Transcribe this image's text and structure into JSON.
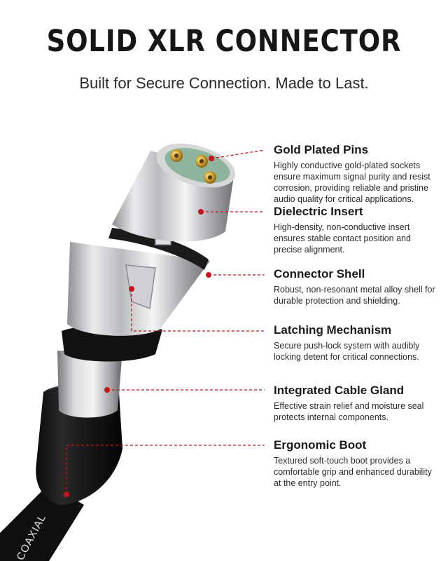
{
  "header": {
    "title": "SOLID XLR CONNECTOR",
    "subtitle": "Built for Secure Connection. Made to Last."
  },
  "colors": {
    "accent_dot": "#c4141d",
    "leader_line": "#c4141d",
    "title": "#161616"
  },
  "cable_label": "COAXIAL",
  "features": [
    {
      "title": "Gold Plated Pins",
      "description": "Highly conductive gold-plated sockets ensure maximum signal purity and resist corrosion, providing reliable and pristine audio quality for critical applications."
    },
    {
      "title": "Dielectric Insert",
      "description": "High-density, non-conductive insert ensures stable contact position and precise alignment."
    },
    {
      "title": "Connector Shell",
      "description": "Robust, non-resonant metal alloy shell for durable protection and shielding."
    },
    {
      "title": "Latching Mechanism",
      "description": "Secure push-lock system with audibly locking detent for critical connections."
    },
    {
      "title": "Integrated Cable Gland",
      "description": "Effective strain relief and moisture seal protects internal components."
    },
    {
      "title": "Ergonomic Boot",
      "description": "Textured soft-touch boot provides a comfortable grip and enhanced durability at the entry point."
    }
  ]
}
